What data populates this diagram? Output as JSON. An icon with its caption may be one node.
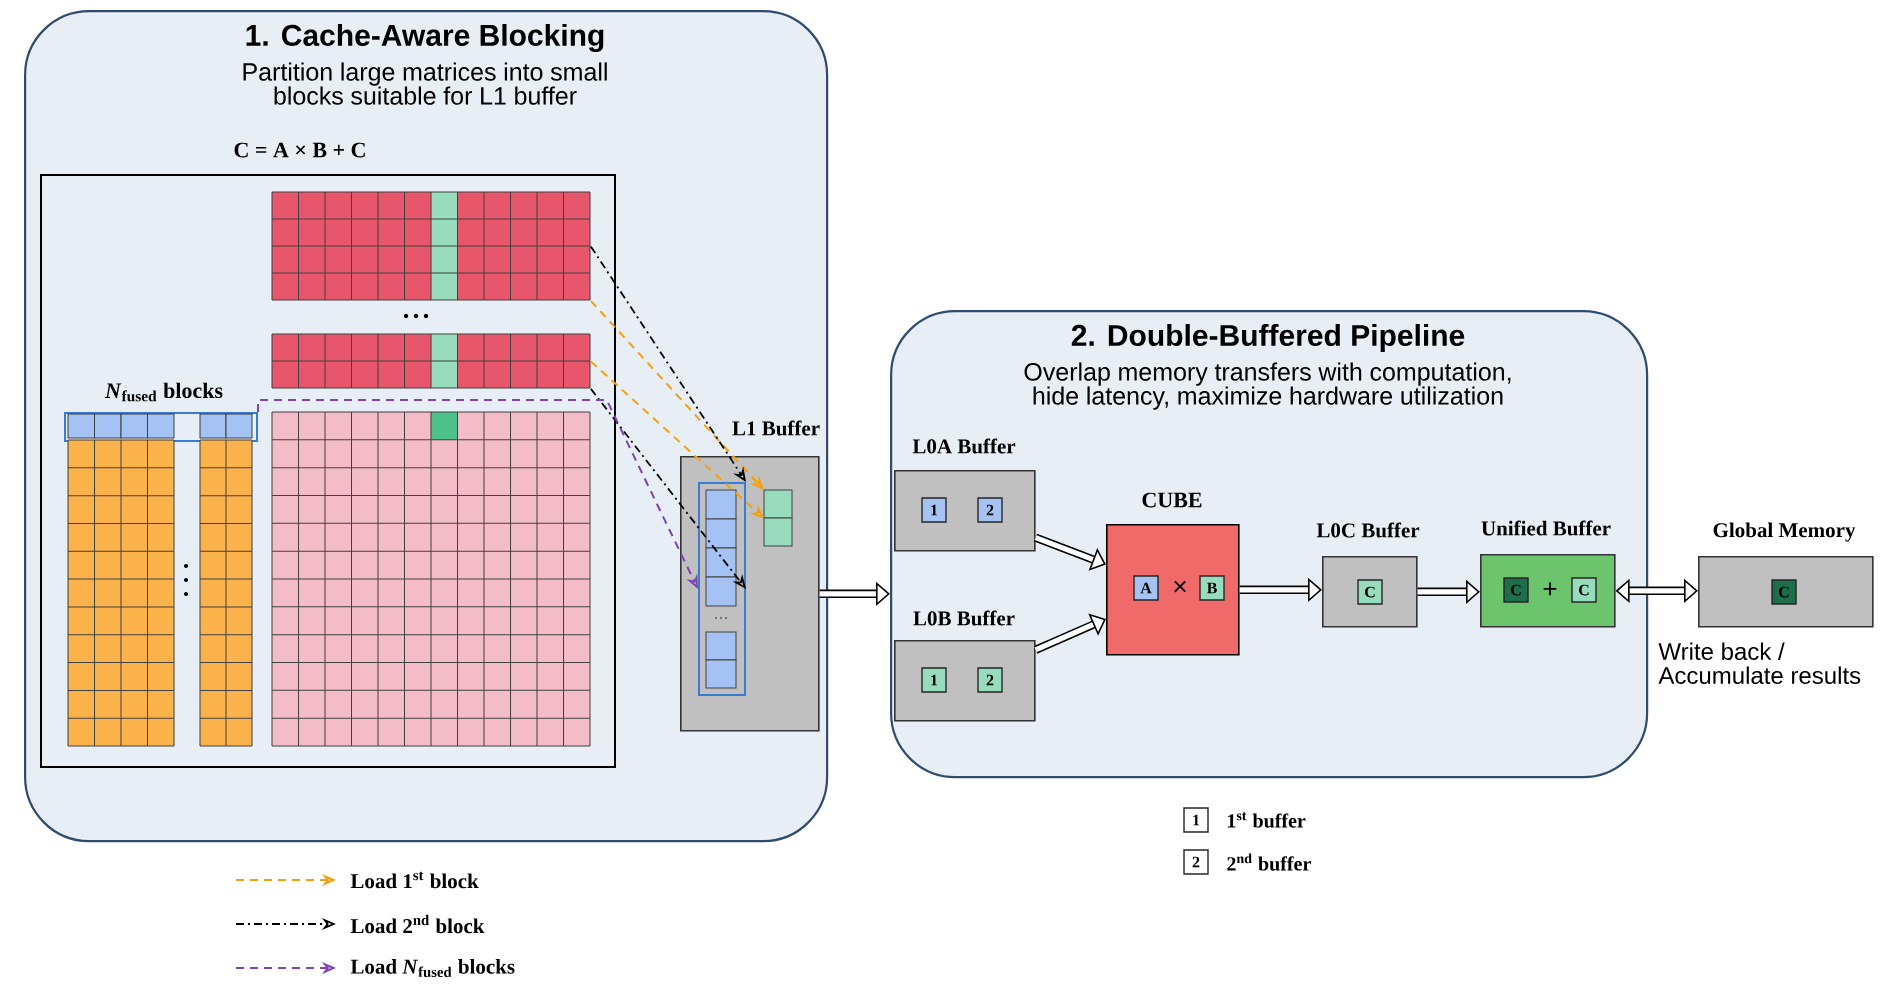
{
  "diagram": {
    "nodes": [
      {
        "text": [
          "1. Cache-Aware Blocking",
          "Partition large matrices into small blocks suitable for L1 buffer"
        ]
      },
      {
        "text": [
          "C = A × B + C"
        ],
        "in": 0
      },
      {
        "text": [
          "*N*$_{fused}$ blocks"
        ],
        "in": 1
      },
      {
        "text": [],
        "shape": "box",
        "in": 1
      },
      {
        "text": [],
        "shape": "box",
        "in": 1
      },
      {
        "text": [],
        "shape": "box",
        "in": 1
      },
      {
        "text": [],
        "shape": "box",
        "in": 1
      },
      {
        "text": [
          "L1 Buffer"
        ],
        "in": 0
      },
      {
        "text": [],
        "shape": "box",
        "in": 7
      },
      {
        "text": [],
        "shape": "box",
        "in": 7
      },
      {
        "text": [
          "2. Double-Buffered Pipeline",
          "Overlap memory transfers with computation, hide latency, maximize hardware utilization"
        ]
      },
      {
        "text": [
          "L0A Buffer"
        ],
        "in": 10
      },
      {
        "text": [
          "1"
        ],
        "in": 11
      },
      {
        "text": [
          "2"
        ],
        "in": 11
      },
      {
        "text": [
          "L0B Buffer"
        ],
        "in": 10
      },
      {
        "text": [
          "1"
        ],
        "in": 14
      },
      {
        "text": [
          "2"
        ],
        "in": 14
      },
      {
        "text": [
          "CUBE"
        ],
        "in": 10
      },
      {
        "text": [
          "A"
        ],
        "in": 17
      },
      {
        "text": [
          "B"
        ],
        "in": 17
      },
      {
        "text": [
          "L0C Buffer"
        ],
        "in": 10
      },
      {
        "text": [
          "C"
        ],
        "in": 20
      },
      {
        "text": [
          "Unified Buffer"
        ],
        "in": 10
      },
      {
        "text": [
          "C"
        ],
        "in": 22
      },
      {
        "text": [
          "C"
        ],
        "in": 22
      },
      {
        "text": [
          "Global Memory"
        ],
        "beside": [
          "Write back / Accumulate results"
        ]
      },
      {
        "text": [
          "C"
        ],
        "in": 25
      },
      {
        "text": [
          "1"
        ],
        "beside": [
          "1$^{st}$ buffer"
        ]
      },
      {
        "text": [
          "2"
        ],
        "beside": [
          "2$^{nd}$ buffer"
        ]
      }
    ],
    "edges": [
      {
        "from": 3,
        "to": 9,
        "arrow": "to",
        "style": "dashed",
        "color": "#f5a00f"
      },
      {
        "from": 4,
        "to": 9,
        "arrow": "to",
        "style": "dashed",
        "color": "#f5a00f"
      },
      {
        "from": 3,
        "to": 8,
        "arrow": "to",
        "style": "dashed"
      },
      {
        "from": 4,
        "to": 8,
        "arrow": "to",
        "style": "dashed"
      },
      {
        "from": 2,
        "to": 8,
        "arrow": "to",
        "style": "dashed",
        "color": "#7e44b0"
      },
      {
        "from": 7,
        "to": 10,
        "arrow": "to"
      },
      {
        "from": 11,
        "to": 17,
        "arrow": "to"
      },
      {
        "from": 14,
        "to": 17,
        "arrow": "to"
      },
      {
        "from": 17,
        "to": 20,
        "arrow": "to"
      },
      {
        "from": 20,
        "to": 22,
        "arrow": "to"
      },
      {
        "from": 22,
        "to": 25,
        "arrow": "both"
      }
    ],
    "labels": [
      "×",
      "+"
    ],
    "legend": [
      {
        "text": "Load 1$^{st}$ block"
      },
      {
        "text": "Load 2$^{nd}$ block"
      },
      {
        "text": "Load *N*$_{fused}$ blocks"
      }
    ]
  }
}
